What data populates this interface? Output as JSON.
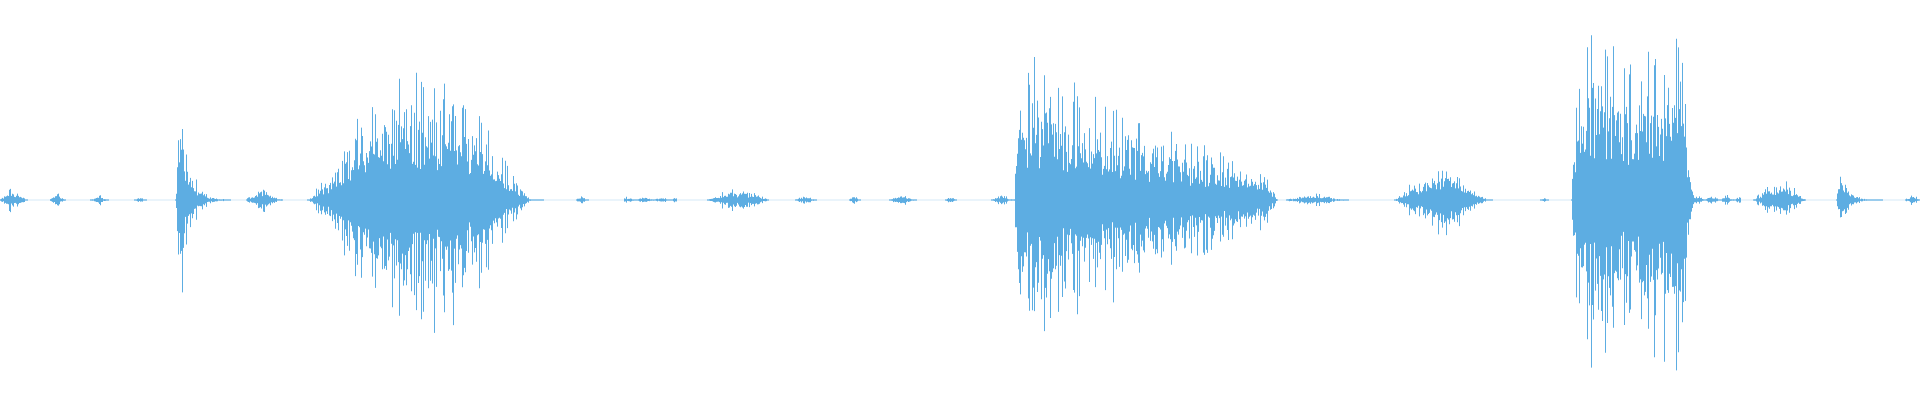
{
  "waveform": {
    "color": "#5dade2",
    "background": "#ffffff",
    "duration_fraction_bursts": [
      {
        "start": 0.0,
        "end": 0.014,
        "peak": 0.08,
        "kind": "blip"
      },
      {
        "start": 0.026,
        "end": 0.034,
        "peak": 0.06,
        "kind": "blip"
      },
      {
        "start": 0.047,
        "end": 0.056,
        "peak": 0.03,
        "kind": "blip"
      },
      {
        "start": 0.07,
        "end": 0.076,
        "peak": 0.02,
        "kind": "blip"
      },
      {
        "start": 0.091,
        "end": 0.12,
        "peak": 0.72,
        "kind": "transient"
      },
      {
        "start": 0.128,
        "end": 0.147,
        "peak": 0.07,
        "kind": "blip"
      },
      {
        "start": 0.16,
        "end": 0.283,
        "peak": 0.78,
        "kind": "swell"
      },
      {
        "start": 0.3,
        "end": 0.306,
        "peak": 0.03,
        "kind": "blip"
      },
      {
        "start": 0.325,
        "end": 0.352,
        "peak": 0.02,
        "kind": "hiss"
      },
      {
        "start": 0.368,
        "end": 0.4,
        "peak": 0.07,
        "kind": "blob"
      },
      {
        "start": 0.414,
        "end": 0.425,
        "peak": 0.03,
        "kind": "blip"
      },
      {
        "start": 0.442,
        "end": 0.448,
        "peak": 0.03,
        "kind": "blip"
      },
      {
        "start": 0.463,
        "end": 0.477,
        "peak": 0.03,
        "kind": "blip"
      },
      {
        "start": 0.492,
        "end": 0.498,
        "peak": 0.03,
        "kind": "blip"
      },
      {
        "start": 0.516,
        "end": 0.528,
        "peak": 0.03,
        "kind": "blip"
      },
      {
        "start": 0.528,
        "end": 0.665,
        "peak": 0.82,
        "kind": "decay"
      },
      {
        "start": 0.67,
        "end": 0.702,
        "peak": 0.04,
        "kind": "blip"
      },
      {
        "start": 0.726,
        "end": 0.777,
        "peak": 0.2,
        "kind": "swell"
      },
      {
        "start": 0.802,
        "end": 0.806,
        "peak": 0.02,
        "kind": "blip"
      },
      {
        "start": 0.818,
        "end": 0.882,
        "peak": 0.98,
        "kind": "block"
      },
      {
        "start": 0.882,
        "end": 0.906,
        "peak": 0.03,
        "kind": "hiss"
      },
      {
        "start": 0.913,
        "end": 0.94,
        "peak": 0.11,
        "kind": "blob"
      },
      {
        "start": 0.956,
        "end": 0.98,
        "peak": 0.23,
        "kind": "transient"
      },
      {
        "start": 0.992,
        "end": 1.0,
        "peak": 0.04,
        "kind": "blip"
      }
    ]
  }
}
